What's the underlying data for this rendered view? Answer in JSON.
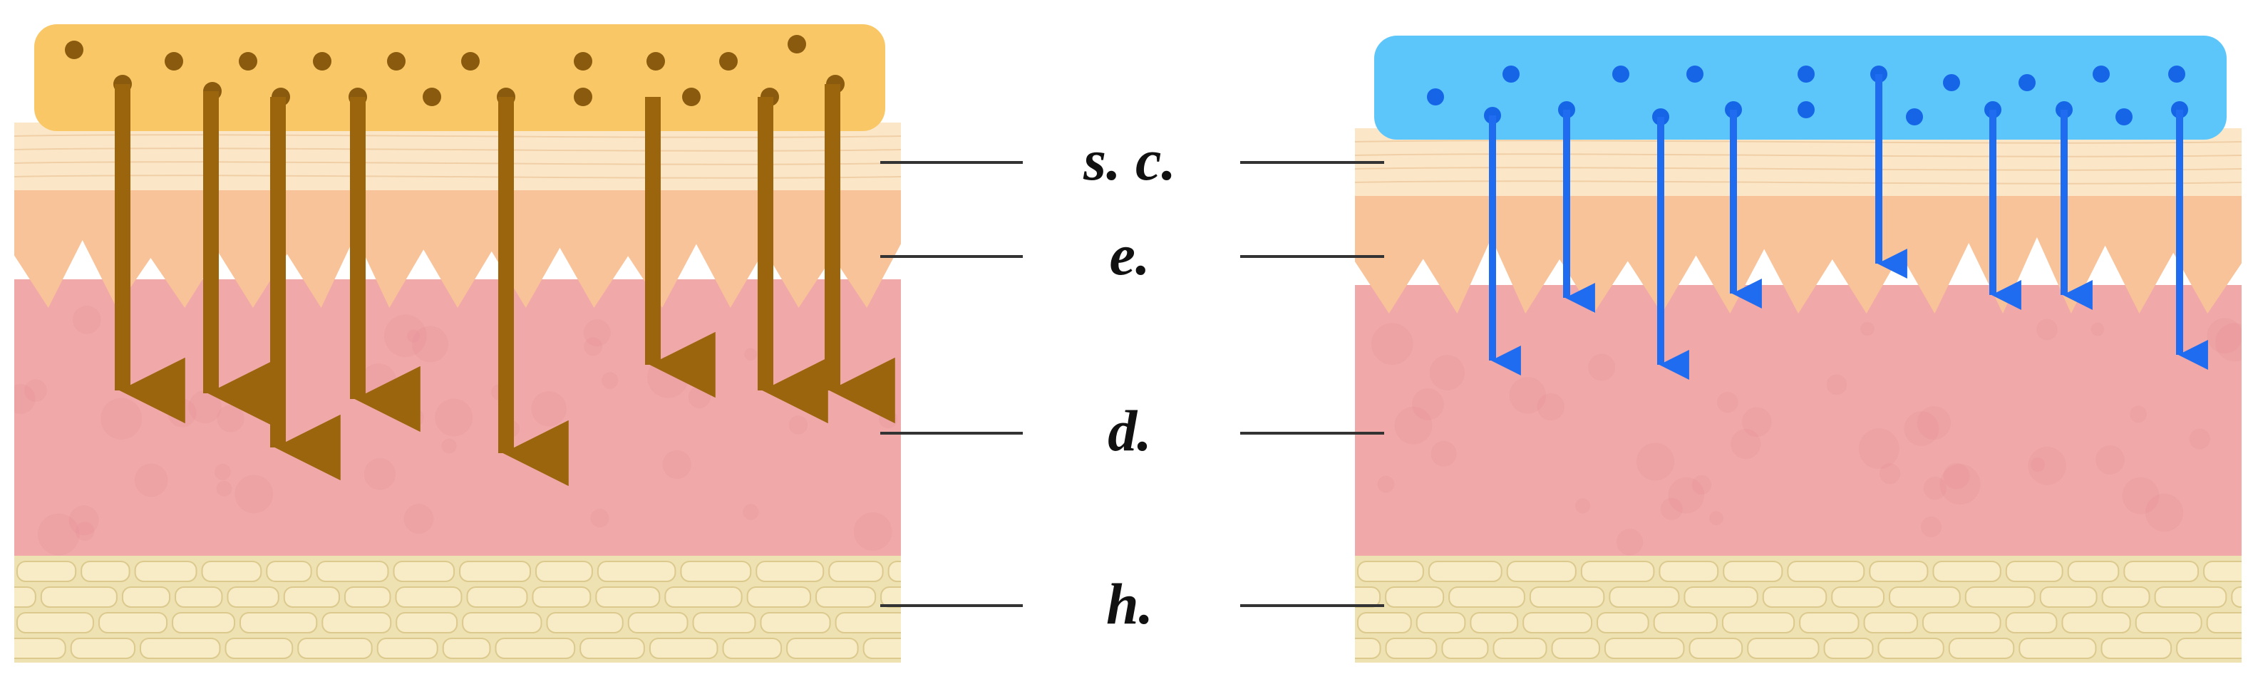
{
  "labels": {
    "stratum_corneum": "s. c.",
    "epidermis": "e.",
    "dermis": "d.",
    "hypodermis": "h."
  },
  "colors": {
    "left_formulation": "#f9c766",
    "left_particle": "#8a5a0f",
    "left_arrow": "#9a650d",
    "right_formulation": "#5cc6fb",
    "right_particle": "#1565e6",
    "right_arrow": "#1f6cf0",
    "stratum_corneum": "#fbe7c8",
    "epidermis": "#f9c39a",
    "dermis": "#f0a9a8",
    "hypodermis_fill": "#efe2b2",
    "hypodermis_cell": "#f7ecc6",
    "label_line": "#333333"
  }
}
